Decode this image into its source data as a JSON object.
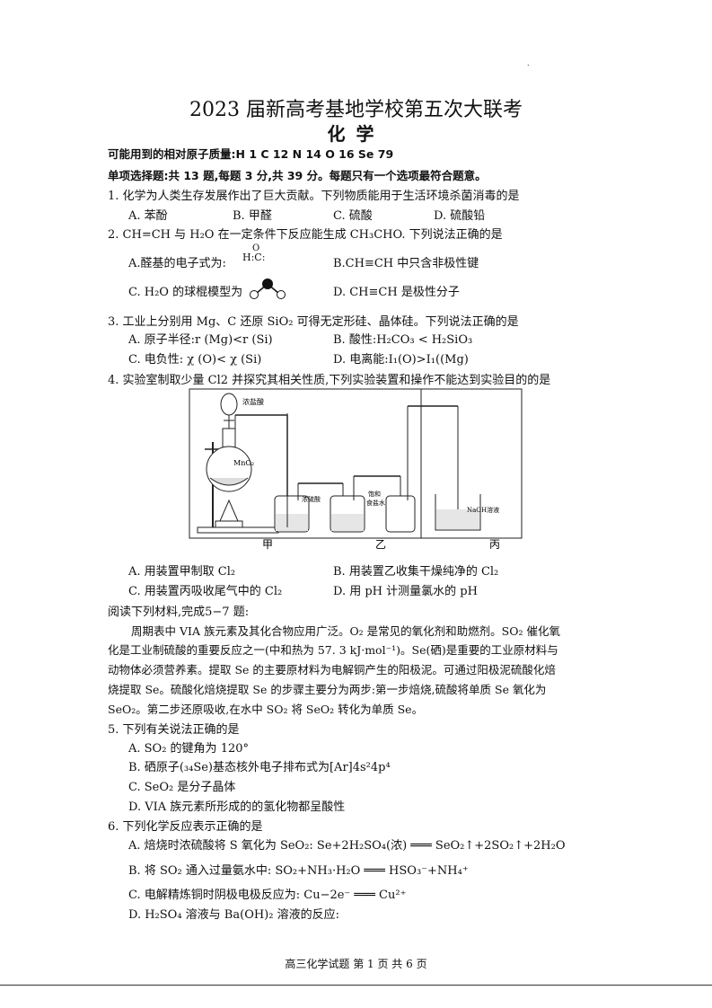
{
  "header": {
    "top_mark": ".",
    "title": "2023 届新高考基地学校第五次大联考",
    "subtitle": "化学"
  },
  "atomic_mass_line": "可能用到的相对原子质量:H 1 C 12 N 14 O 16 Se 79",
  "section_heading": "单项选择题:共 13 题,每题 3 分,共 39 分。每题只有一个选项最符合题意。",
  "q1": {
    "stem": "1. 化学为人类生存发展作出了巨大贡献。下列物质能用于生活环境杀菌消毒的是",
    "options": [
      "A. 苯酚",
      "B. 甲醛",
      "C. 硫酸",
      "D. 硫酸铅"
    ]
  },
  "q2": {
    "stem": "2. CH=CH 与 H₂O 在一定条件下反应能生成 CH₃CHO. 下列说法正确的是",
    "optA": "A.醛基的电子式为:",
    "optA_formula": "H:C:",
    "optA_formula_top": "O",
    "optB": "B.CH≡CH 中只含非极性键",
    "optC": "C. H₂O 的球棍模型为",
    "optD": "D. CH≡CH 是极性分子"
  },
  "q3": {
    "stem": "3. 工业上分别用 Mg、C 还原 SiO₂ 可得无定形硅、晶体硅。下列说法正确的是",
    "options": [
      "A. 原子半径:r (Mg)<r (Si)",
      "B. 酸性:H₂CO₃ < H₂SiO₃",
      "C. 电负性: χ (O)< χ (Si)",
      "D. 电离能:I₁(O)>I₁((Mg)"
    ]
  },
  "q4": {
    "stem": "4. 实验室制取少量 Cl2 并探究其相关性质,下列实验装置和操作不能达到实验目的的是",
    "labels": {
      "conc_hcl": "浓盐酸",
      "mno2": "MnO₂",
      "conc_h2so4": "浓硫酸",
      "sat_nacl_1": "饱和",
      "sat_nacl_2": "食盐水",
      "naoh": "NaOH溶液",
      "jia": "甲",
      "yi": "乙",
      "bing": "丙"
    },
    "options": [
      "A. 用装置甲制取 Cl₂",
      "B. 用装置乙收集干燥纯净的 Cl₂",
      "C. 用装置丙吸收尾气中的 Cl₂",
      "D. 用 pH 计测量氯水的 pH"
    ]
  },
  "reading": {
    "intro": "阅读下列材料,完成5−7 题:",
    "lines": [
      "周期表中 VIA 族元素及其化合物应用广泛。O₂ 是常见的氧化剂和助燃剂。SO₂ 催化氧",
      "化是工业制硫酸的重要反应之一(中和热为 57. 3 kJ·mol⁻¹)。Se(硒)是重要的工业原材料与",
      "动物体必须营养素。提取 Se 的主要原材料为电解铜产生的阳极泥。可通过阳极泥硫酸化焙",
      "烧提取 Se。硫酸化焙烧提取 Se 的步骤主要分为两步:第一步焙烧,硫酸将单质 Se 氧化为",
      "SeO₂。第二步还原吸收,在水中 SO₂ 将 SeO₂ 转化为单质 Se。"
    ]
  },
  "q5": {
    "stem": "5. 下列有关说法正确的是",
    "options": [
      "A. SO₂ 的键角为 120°",
      "B. 硒原子(₃₄Se)基态核外电子排布式为[Ar]4s²4p⁴",
      "C. SeO₂ 是分子晶体",
      "D. VIA 族元素所形成的的氢化物都呈酸性"
    ]
  },
  "q6": {
    "stem": "6. 下列化学反应表示正确的是",
    "options": [
      "A. 焙烧时浓硫酸将 S 氧化为 SeO₂: Se+2H₂SO₄(浓) ═══ SeO₂↑+2SO₂↑+2H₂O",
      "B. 将 SO₂ 通入过量氨水中: SO₂+NH₃·H₂O ═══ HSO₃⁻+NH₄⁺",
      "C. 电解精炼铜时阴极电极反应为: Cu−2e⁻ ═══ Cu²⁺",
      "D. H₂SO₄ 溶液与 Ba(OH)₂ 溶液的反应:"
    ]
  },
  "footer": "高三化学试题 第 1 页 共 6 页"
}
